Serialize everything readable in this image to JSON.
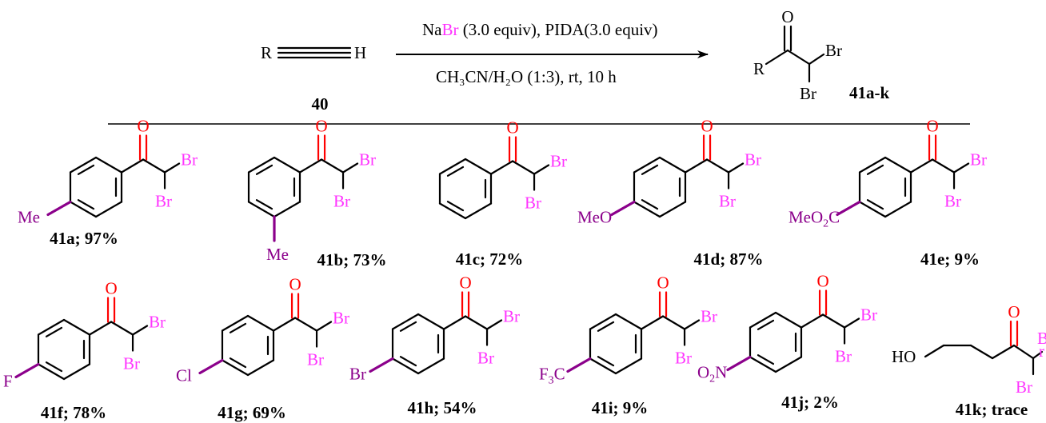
{
  "colors": {
    "oxygen": "#ff0000",
    "bromine": "#ff33ff",
    "substituent": "#8b008b",
    "bond": "#000000"
  },
  "reaction": {
    "reactant_R": "R",
    "reactant_H": "H",
    "reactant_id": "40",
    "condition_line1_a": "Na",
    "condition_line1_b": "Br",
    "condition_line1_c": " (3.0 equiv), PIDA(3.0 equiv)",
    "condition_line2": "CH₃CN/H₂O (1:3), rt, 10 h",
    "product_R": "R",
    "product_O": "O",
    "product_Br1": "Br",
    "product_Br2": "Br",
    "product_id": "41a-k"
  },
  "products": [
    {
      "id": "41a",
      "caption": "41a; 97%",
      "substituent": "Me"
    },
    {
      "id": "41b",
      "caption": "41b; 73%",
      "substituent": "Me"
    },
    {
      "id": "41c",
      "caption": "41c; 72%",
      "substituent": ""
    },
    {
      "id": "41d",
      "caption": "41d; 87%",
      "substituent": "MeO"
    },
    {
      "id": "41e",
      "caption": "41e; 9%",
      "substituent": "MeO₂C"
    },
    {
      "id": "41f",
      "caption": "41f; 78%",
      "substituent": "F"
    },
    {
      "id": "41g",
      "caption": "41g; 69%",
      "substituent": "Cl"
    },
    {
      "id": "41h",
      "caption": "41h; 54%",
      "substituent": "Br"
    },
    {
      "id": "41i",
      "caption": "41i; 9%",
      "substituent": "F₃C"
    },
    {
      "id": "41j",
      "caption": "41j; 2%",
      "substituent": "O₂N"
    },
    {
      "id": "41k",
      "caption": "41k; trace",
      "substituent": "HO"
    }
  ],
  "atoms": {
    "oxygen": "O",
    "bromine": "Br"
  }
}
